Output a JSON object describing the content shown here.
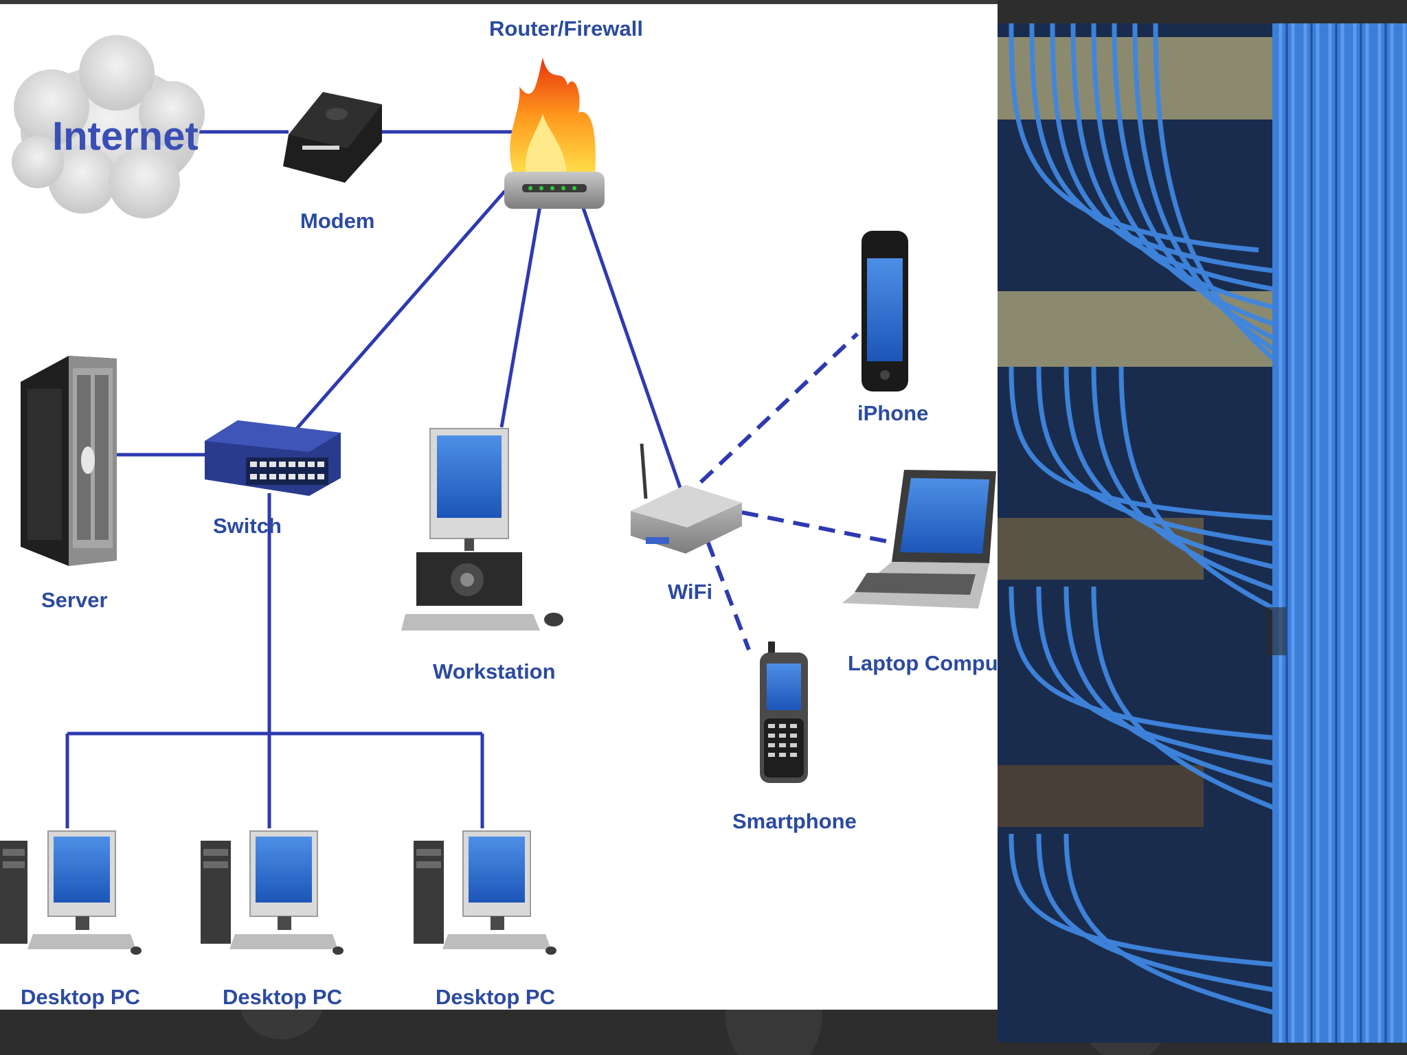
{
  "diagram": {
    "nodes": {
      "internet": "Internet",
      "modem": "Modem",
      "router": "Router/Firewall",
      "switch": "Switch",
      "server": "Server",
      "workstation": "Workstation",
      "wifi": "WiFi",
      "iphone": "iPhone",
      "laptop": "Laptop Computer",
      "smartphone": "Smartphone",
      "desktop1": "Desktop PC",
      "desktop2": "Desktop PC",
      "desktop3": "Desktop PC"
    },
    "colors": {
      "line": "#2e3ab0",
      "label": "#2b4aa0",
      "screen": "#2f6fd6",
      "cable": "#3f86e0"
    },
    "icons": {
      "internet": "cloud-icon",
      "modem": "modem-icon",
      "router": "firewall-icon",
      "switch": "network-switch-icon",
      "server": "server-tower-icon",
      "workstation": "workstation-icon",
      "wifi": "wifi-router-icon",
      "iphone": "iphone-icon",
      "laptop": "laptop-icon",
      "smartphone": "smartphone-icon",
      "desktop": "desktop-pc-icon"
    }
  }
}
